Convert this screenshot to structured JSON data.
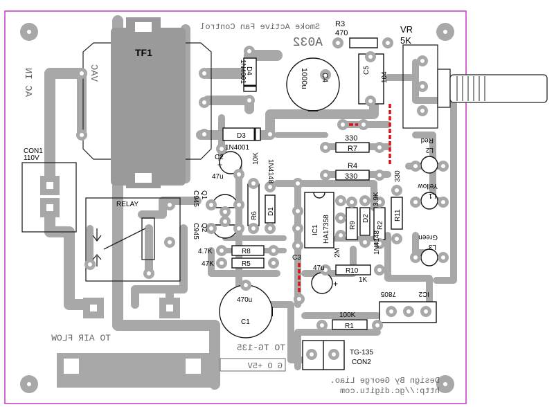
{
  "board": {
    "title": "Smoke Active Fan Control",
    "code": "A032",
    "design_credit": "Design By George Liao.",
    "url": "http://gc.digitu.com",
    "colors": {
      "border": "#cc33cc",
      "track": "#a8a8a8",
      "jumper": "#dd1111",
      "ink": "#000000"
    }
  },
  "components": {
    "tf1": "TF1",
    "vr": "VR",
    "vr_value": "5K",
    "r3": "R3",
    "r3_value": "470",
    "d4": "D4",
    "d4_part": "1N4001",
    "c4": "C4",
    "c4_value": "1000u",
    "c5": "C5",
    "c5_value": "104",
    "d3": "D3",
    "d3_part": "1N4001",
    "r7_value": "330",
    "r7": "R7",
    "r4": "R4",
    "r4_value": "330",
    "l2_color": "Red",
    "l2": "L2",
    "con1": "CON1",
    "con1_voltage": "110V",
    "ac_in": "AC IN",
    "vac": "VAC",
    "c2": "C2",
    "c2_value": "47u",
    "k10": "10K",
    "d1_part": "1N4148",
    "q1": "Q1",
    "q1_part": "C945",
    "q2": "Q2",
    "q2_part": "C945",
    "relay": "RELAY",
    "r6": "R6",
    "d1": "D1",
    "ic1": "IC1",
    "ic1_part": "HA17358",
    "r9": "R9",
    "d2": "D2",
    "r2": "R2",
    "r2_value": "3.9K",
    "d2_part": "1N4148",
    "r11": "R11",
    "r11_value": "330",
    "l1_color": "Yellow",
    "l1": "L1",
    "l3_color": "Green",
    "l3": "L3",
    "r8_value": "4.7K",
    "r8": "R8",
    "r5_value": "47K",
    "r5": "R5",
    "c3": "C3",
    "c3_value": "47u",
    "r9_value": "2M",
    "r10": "R10",
    "r10_value": "1K",
    "c1": "C1",
    "c1_value": "470u",
    "ic2_part": "7805",
    "ic2": "IC2",
    "r1_value": "100K",
    "r1": "R1",
    "con2_part": "TG-135",
    "con2": "CON2"
  },
  "connectors": {
    "air_flow": "TO AIR FLOW",
    "tg135": "TO TG-135",
    "pins": "G  O  +5V"
  }
}
